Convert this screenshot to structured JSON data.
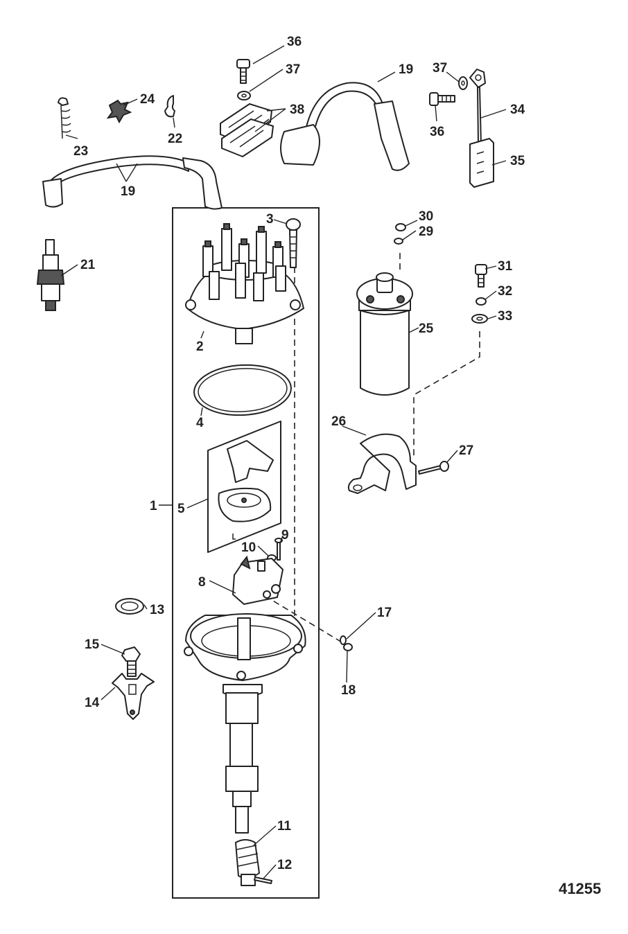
{
  "figure_number": "41255",
  "callouts": {
    "c1": "1",
    "c2": "2",
    "c3": "3",
    "c4": "4",
    "c5": "5",
    "c8": "8",
    "c9": "9",
    "c10": "10",
    "c11": "11",
    "c12": "12",
    "c13": "13",
    "c14": "14",
    "c15": "15",
    "c17": "17",
    "c18": "18",
    "c19a": "19",
    "c19b": "19",
    "c21": "21",
    "c22": "22",
    "c23": "23",
    "c24": "24",
    "c25": "25",
    "c26": "26",
    "c27": "27",
    "c29": "29",
    "c30": "30",
    "c31": "31",
    "c32": "32",
    "c33": "33",
    "c34": "34",
    "c35": "35",
    "c36a": "36",
    "c36b": "36",
    "c37a": "37",
    "c37b": "37",
    "c38": "38"
  }
}
